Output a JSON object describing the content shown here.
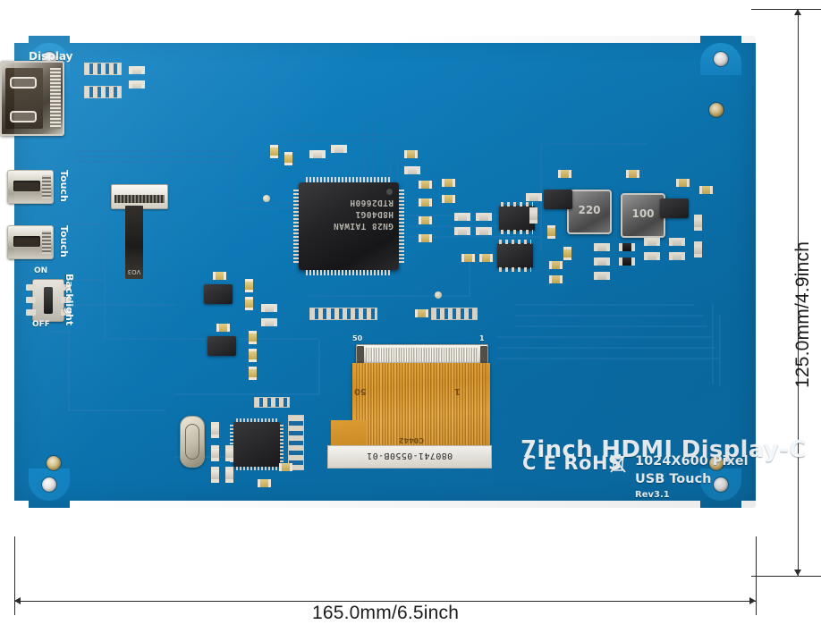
{
  "product": {
    "title": "7inch HDMI Display-C",
    "resolution": "1024X600 Pixel",
    "touch": "USB Touch",
    "revision": "Rev3.1",
    "certifications": "C E RoHS",
    "weee_icon": "crossed-out-wheelie-bin-icon"
  },
  "dimensions": {
    "width_label": "165.0mm/6.5inch",
    "height_label": "125.0mm/4.9inch"
  },
  "connectors": {
    "hdmi_label": "Display",
    "touch_label_1": "Touch",
    "touch_label_2": "Touch",
    "backlight_label": "Backlight",
    "switch_on": "ON",
    "switch_off": "OFF"
  },
  "chips": {
    "main_ic_line1": "RTD2660H",
    "main_ic_line2": "H8D40G1",
    "main_ic_line3": "GN28 TAIWAN",
    "inductor_1": "220",
    "inductor_2": "100"
  },
  "ribbon": {
    "pin_first": "1",
    "pin_last": "50",
    "cable_code": "C0442",
    "strip_code": "080741-0550B-01"
  },
  "colors": {
    "pcb_blue": "#0d79b6",
    "pcb_blue_light": "#1484c4",
    "silkscreen_white": "#f2f7fb",
    "ribbon_orange": "#e8a333",
    "dimension_line": "#2b2b2b",
    "background": "#ffffff"
  }
}
